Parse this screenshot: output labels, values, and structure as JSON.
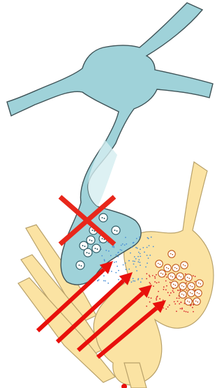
{
  "diagram": {
    "colors": {
      "upper_cell_fill": "#9fd2d9",
      "upper_cell_fill_light": "#d4edf0",
      "upper_cell_stroke": "#3e5256",
      "lower_cell_fill": "#fbe3a3",
      "lower_cell_stroke": "#b8a16a",
      "blocked_cross": "#e8271b",
      "arrows": "#e8100c",
      "blue_vesicle_ring": "#2f5c66",
      "yellow_vesicle_ring": "#c05a1c",
      "blue_dots": "#4a8fd6",
      "red_dots": "#d8242b"
    },
    "upper_cell": {
      "label": "",
      "vesicle_count": 9,
      "state": "release blocked"
    },
    "lower_cell": {
      "label": "",
      "vesicle_count": 18,
      "state": "releasing"
    },
    "arrows": {
      "count": 4,
      "direction": "up-right"
    },
    "cross_mark": {
      "symbol": "X",
      "meaning": "blocked"
    }
  }
}
